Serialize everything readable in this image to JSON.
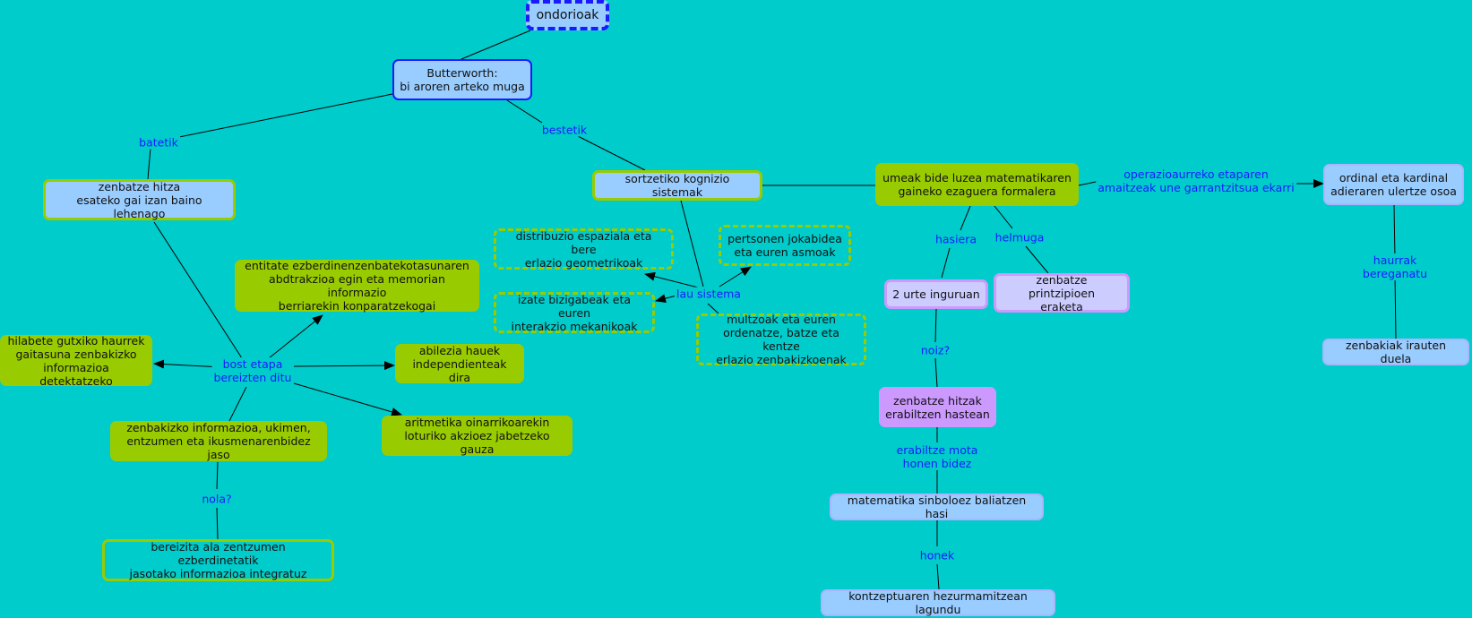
{
  "nodes": {
    "ondorioak": "ondorioak",
    "butterworth": "Butterworth:\nbi aroren arteko muga",
    "zenbatze_hitza": "zenbatze hitza\nesateko gai izan baino lehenago",
    "sortzetiko": "sortzetiko kognizio sistemak",
    "umeak": "umeak bide luzea matematikaren\ngaineko ezaguera formalera",
    "ordinal": "ordinal eta kardinal\nadieraren ulertze osoa",
    "entitate": "entitate ezberdinenzenbatekotasunaren\nabdtrakzioa egin eta memorian informazio\nberriarekin konparatzekogai",
    "hilabete": "hilabete gutxiko haurrek\ngaitasuna zenbakizko\ninformazioa detektatzeko",
    "abilezia": "abilezia hauek\nindependienteak dira",
    "aritmetika": "aritmetika oinarrikoarekin\nloturiko akzioez jabetzeko gauza",
    "zenbakizko": "zenbakizko informazioa, ukimen,\nentzumen eta ikusmenarenbidez jaso",
    "bereizita": "bereizita ala zentzumen ezberdinetatik\njasotako informazioa integratuz",
    "distribuzio": "distribuzio espaziala eta bere\nerlazio geometrikoak",
    "izate": "izate bizigabeak eta euren\ninterakzio mekanikoak",
    "pertsonen": "pertsonen jokabidea\neta euren asmoak",
    "multzoak": "multzoak eta euren\nordenatze, batze eta kentze\nerlazio zenbakizkoenak",
    "bi_urte": "2 urte inguruan",
    "printzipio": "zenbatze printzipioen\neraketa",
    "hitzak": "zenbatze hitzak\nerabiltzen hastean",
    "sinbolo": "matematika sinboloez baliatzen hasi",
    "kontzeptu": "kontzeptuaren hezurmamitzean lagundu",
    "irauten": "zenbakiak irauten duela"
  },
  "labels": {
    "batetik": "batetik",
    "bestetik": "bestetik",
    "bost_etapa": "bost etapa\nbereizten ditu",
    "nola": "nola?",
    "lau_sistema": "lau sistema",
    "hasiera": "hasiera",
    "helmuga": "helmuga",
    "noiz": "noiz?",
    "erabiltze": "erabiltze mota\nhonen bidez",
    "honek": "honek",
    "operazio": "operazioaurreko etaparen\namaitzeak une garrantzitsua ekarri",
    "haurrak": "haurrak bereganatu"
  },
  "colors": {
    "background": "#00cccc",
    "link_label": "#1a1aff",
    "blue_node": "#99ccff",
    "green_node": "#99cc00",
    "lavender_node": "#ccccff",
    "purple_node": "#cc99ff"
  }
}
